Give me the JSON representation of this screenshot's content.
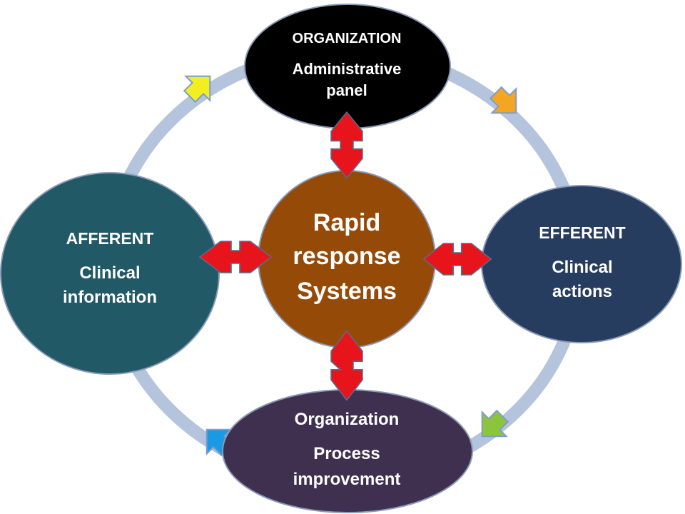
{
  "nodes": {
    "top": {
      "title": "ORGANIZATION",
      "line1": "Administrative",
      "line2": "panel",
      "fill": "#000000"
    },
    "left": {
      "title": "AFFERENT",
      "line1": "Clinical",
      "line2": "information",
      "fill": "#215966"
    },
    "right": {
      "title": "EFFERENT",
      "line1": "Clinical",
      "line2": "actions",
      "fill": "#263d5f"
    },
    "bottom": {
      "title": "Organization",
      "line1": "Process",
      "line2": "improvement",
      "fill": "#3f3050"
    },
    "center": {
      "line1": "Rapid",
      "line2": "response",
      "line3": "Systems",
      "fill": "#964a08"
    }
  },
  "colors": {
    "ring": "#b4c4dc",
    "connector_arrow": "#e8141c",
    "arrow_top_left": "#f2ee22",
    "arrow_top_right": "#f4a621",
    "arrow_bottom_right": "#8cc43c",
    "arrow_bottom_left": "#1b9ae4"
  }
}
